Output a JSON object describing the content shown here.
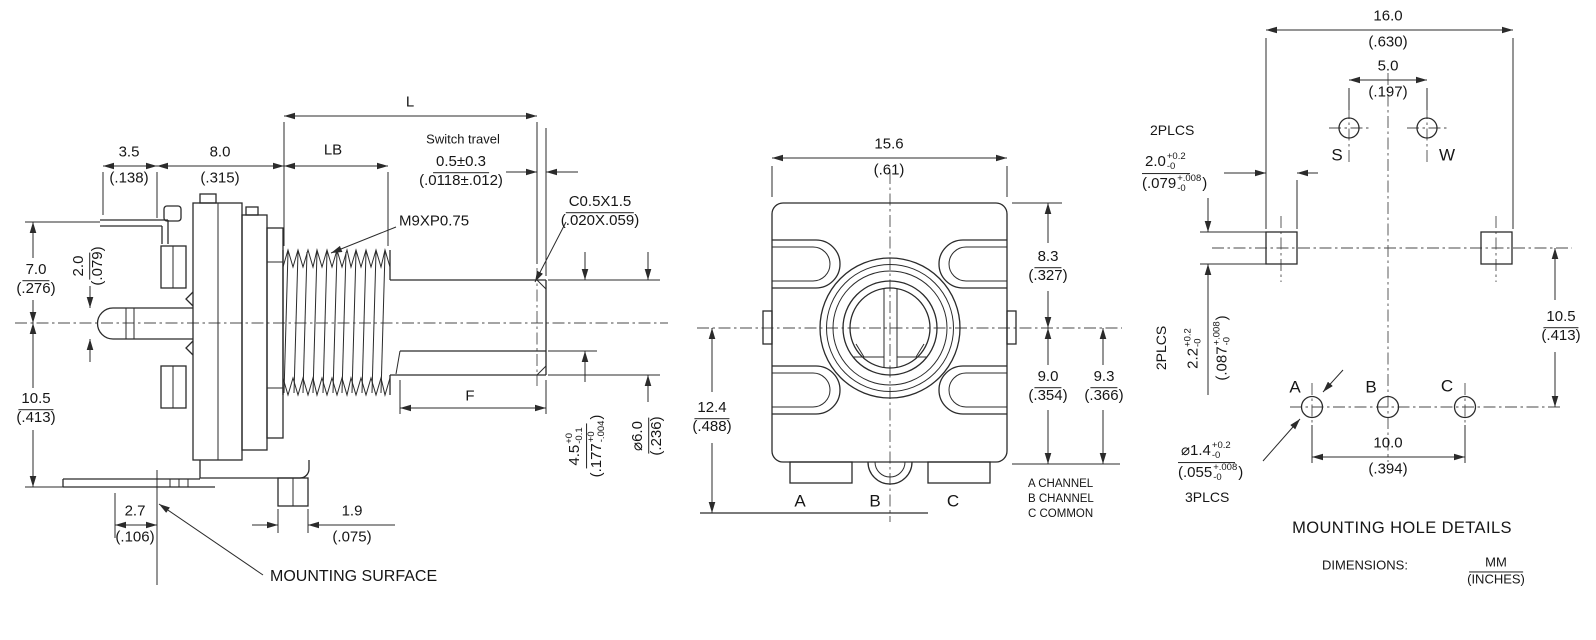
{
  "drawing": {
    "line_color": "#2b2b2b",
    "text_color": "#161616",
    "bg_color": "#ffffff"
  },
  "side_view": {
    "dim_3_5": {
      "mm": "3.5",
      "in": "(.138)"
    },
    "dim_8_0": {
      "mm": "8.0",
      "in": "(.315)"
    },
    "dim_lb": "LB",
    "dim_l": "L",
    "switch_travel_label": "Switch travel",
    "switch_travel": {
      "mm": "0.5±0.3",
      "in": "(.0118±.012)"
    },
    "thread_spec": "M9XP0.75",
    "chamfer": {
      "mm": "C0.5X1.5",
      "in": "(.020X.059)"
    },
    "dim_7_0": {
      "mm": "7.0",
      "in": "(.276)"
    },
    "dim_2_0": {
      "mm": "2.0",
      "in": "(.079)"
    },
    "dim_10_5": {
      "mm": "10.5",
      "in": "(.413)"
    },
    "dim_2_7": {
      "mm": "2.7",
      "in": "(.106)"
    },
    "dim_1_9": {
      "mm": "1.9",
      "in": "(.075)"
    },
    "dim_f": "F",
    "dim_4_5": {
      "mm": "4.5",
      "mm_plus": "+0",
      "mm_minus": "-0.1",
      "inch": "(.177",
      "inch_plus": "+0",
      "inch_minus": "-.004",
      "inch_close": ")"
    },
    "dim_dia_6": {
      "mm": "⌀6.0",
      "in": "(.236)"
    },
    "mounting_surface_label": "MOUNTING SURFACE"
  },
  "front_view": {
    "dim_15_6": {
      "mm": "15.6",
      "in": "(.61)"
    },
    "dim_8_3": {
      "mm": "8.3",
      "in": "(.327)"
    },
    "dim_9_0": {
      "mm": "9.0",
      "in": "(.354)"
    },
    "dim_9_3": {
      "mm": "9.3",
      "in": "(.366)"
    },
    "dim_12_4": {
      "mm": "12.4",
      "in": "(.488)"
    },
    "pin_a": "A",
    "pin_b": "B",
    "pin_c": "C",
    "legend": {
      "line1": "A CHANNEL",
      "line2": "B CHANNEL",
      "line3": "C COMMON"
    }
  },
  "mounting_view": {
    "dim_16_0": {
      "mm": "16.0",
      "in": "(.630)"
    },
    "dim_5_0": {
      "mm": "5.0",
      "in": "(.197)"
    },
    "hole_s": "S",
    "hole_w": "W",
    "slot_width_places": "2PLCS",
    "slot_width": {
      "mm": "2.0",
      "mm_plus": "+0.2",
      "mm_minus": "-0",
      "inch": "(.079",
      "inch_plus": "+.008",
      "inch_minus": "-0",
      "inch_close": ")"
    },
    "slot_height_places": "2PLCS",
    "slot_height": {
      "mm": "2.2",
      "mm_plus": "+0.2",
      "mm_minus": "-0",
      "inch": "(.087",
      "inch_plus": "+.008",
      "inch_minus": "-0",
      "inch_close": ")"
    },
    "pin_a": "A",
    "pin_b": "B",
    "pin_c": "C",
    "dim_10_0": {
      "mm": "10.0",
      "in": "(.394)"
    },
    "dim_10_5": {
      "mm": "10.5",
      "in": "(.413)"
    },
    "hole_dia": {
      "mm": "⌀1.4",
      "mm_plus": "+0.2",
      "mm_minus": "-0",
      "inch": "(.055",
      "inch_plus": "+.008",
      "inch_minus": "-0",
      "inch_close": ")"
    },
    "hole_places": "3PLCS",
    "title": "MOUNTING HOLE DETAILS",
    "units_label": "DIMENSIONS:",
    "units_mm": "MM",
    "units_in": "(INCHES)"
  }
}
